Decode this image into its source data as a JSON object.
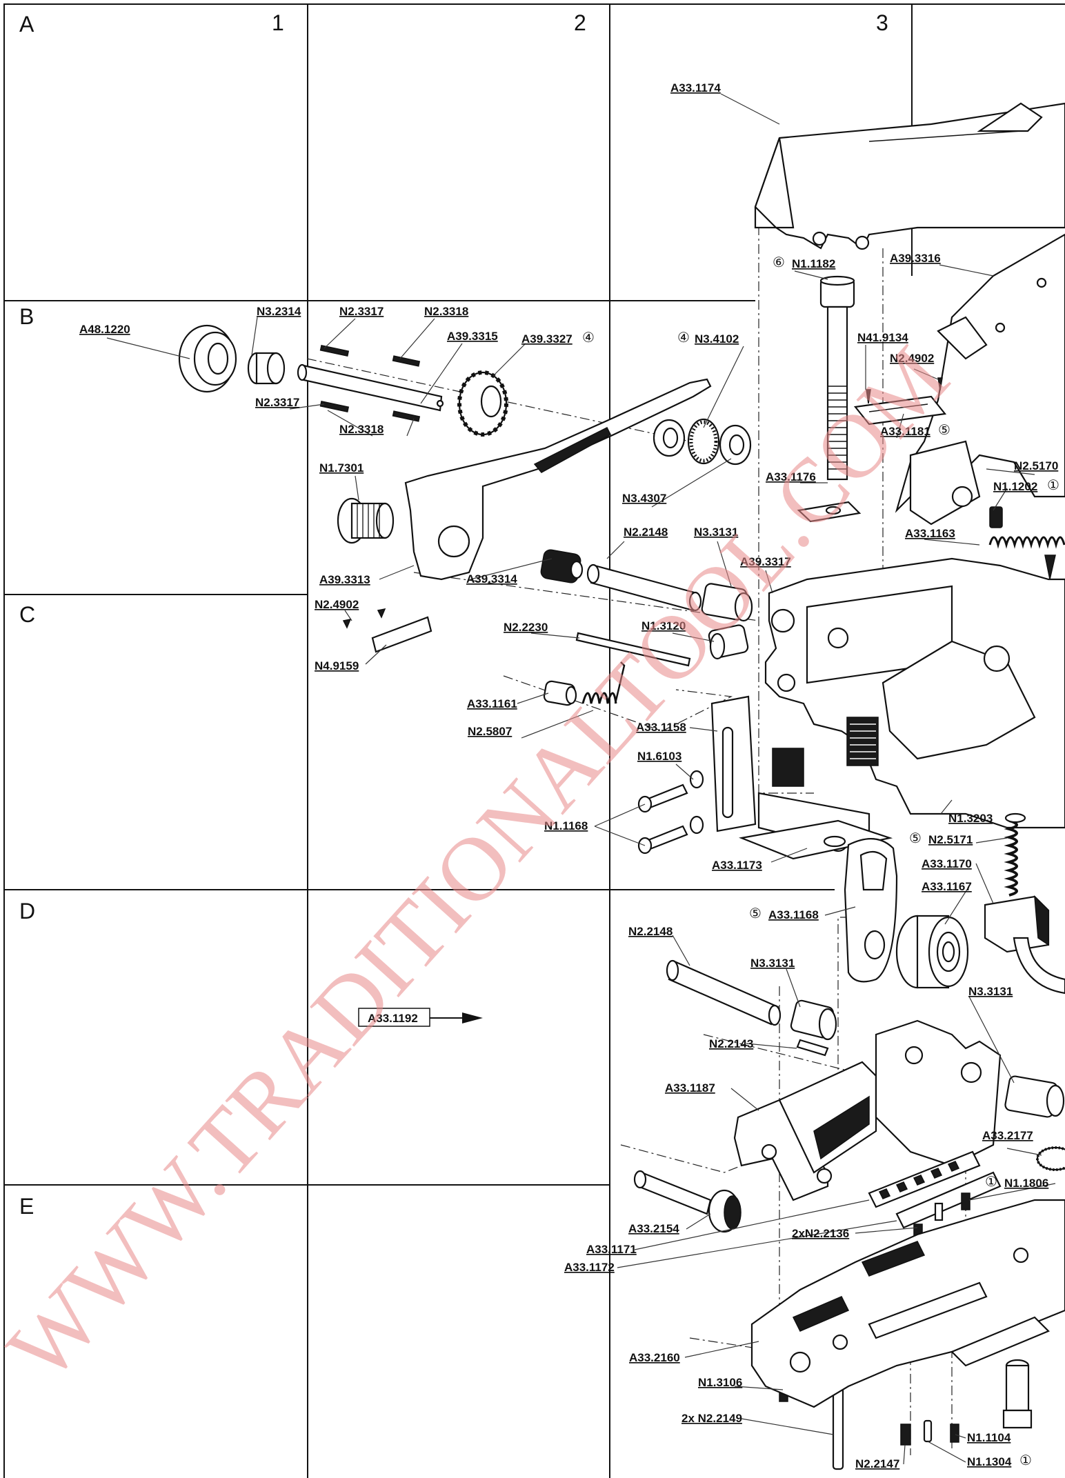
{
  "grid": {
    "rows": [
      "A",
      "B",
      "C",
      "D",
      "E"
    ],
    "columns": [
      "1",
      "2",
      "3"
    ]
  },
  "watermark": "WWW.TRADITIONALTOOL.COM",
  "reference_box": "A33.1192",
  "part_labels": {
    "a33_1174": "A33.1174",
    "n1_1182": "N1.1182",
    "a39_3316": "A39.3316",
    "a48_1220": "A48.1220",
    "n3_2314": "N3.2314",
    "n2_3317_top": "N2.3317",
    "n2_3318_top": "N2.3318",
    "a39_3315": "A39.3315",
    "a39_3327": "A39.3327",
    "n2_3317_bottom": "N2.3317",
    "n2_3318_bottom": "N2.3318",
    "n3_4102": "N3.4102",
    "n41_9134": "N41.9134",
    "n2_4902_top": "N2.4902",
    "a33_1181": "A33.1181",
    "n2_5170": "N2.5170",
    "n1_1202": "N1.1202",
    "n1_7301": "N1.7301",
    "n3_4307": "N3.4307",
    "a33_1176": "A33.1176",
    "a33_1163": "A33.1163",
    "n2_2148_top": "N2.2148",
    "n3_3131_top": "N3.3131",
    "a39_3317": "A39.3317",
    "a39_3313": "A39.3313",
    "a39_3314": "A39.3314",
    "n2_4902_left": "N2.4902",
    "n2_2230": "N2.2230",
    "n1_3120": "N1.3120",
    "n4_9159": "N4.9159",
    "a33_1161": "A33.1161",
    "n2_5807": "N2.5807",
    "a33_1158": "A33.1158",
    "n1_6103": "N1.6103",
    "n1_1168": "N1.1168",
    "n1_3203": "N1.3203",
    "n2_5171": "N2.5171",
    "a33_1170": "A33.1170",
    "a33_1173": "A33.1173",
    "a33_1167": "A33.1167",
    "a33_1168": "A33.1168",
    "n2_2148_bottom": "N2.2148",
    "n3_3131_mid": "N3.3131",
    "n3_3131_right": "N3.3131",
    "n2_2143": "N2.2143",
    "a33_1187": "A33.1187",
    "a33_2177": "A33.2177",
    "n1_1806": "N1.1806",
    "a33_2154": "A33.2154",
    "n2_2136": "2xN2.2136",
    "a33_1171": "A33.1171",
    "a33_1172": "A33.1172",
    "a33_2160": "A33.2160",
    "n1_3106": "N1.3106",
    "n2_2149": "2x N2.2149",
    "n1_1104": "N1.1104",
    "n2_2147": "N2.2147",
    "n1_1304": "N1.1304"
  },
  "circled_markers": {
    "n1_1182": "⑥",
    "a39_3327": "④",
    "n3_4102": "④",
    "a33_1181": "⑤",
    "n1_1202": "①",
    "n2_5171": "⑤",
    "a33_1168": "⑤",
    "n1_1806": "①",
    "n1_1304": "①"
  }
}
